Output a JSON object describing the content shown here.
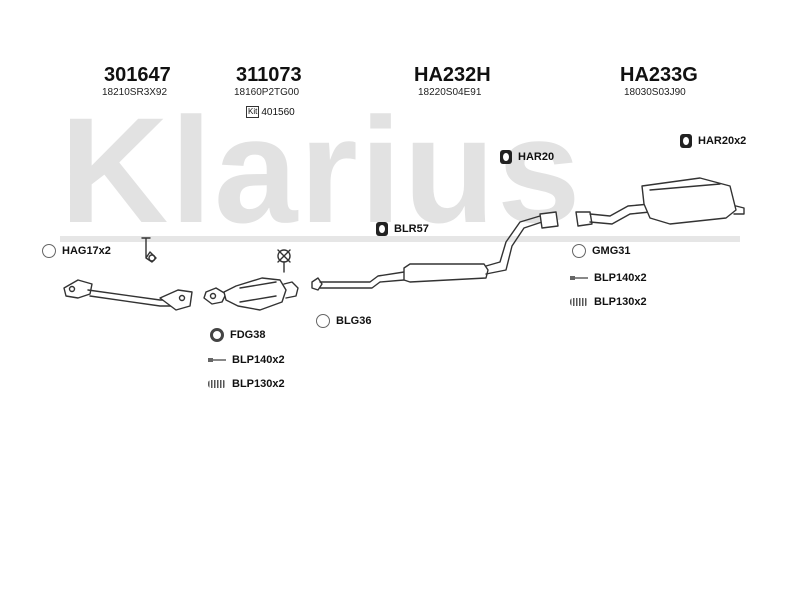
{
  "watermark": "Klarius",
  "parts": [
    {
      "part_number": "301647",
      "oem_number": "18210SR3X92"
    },
    {
      "part_number": "311073",
      "oem_number": "18160P2TG00"
    },
    {
      "part_number": "HA232H",
      "oem_number": "18220S04E91"
    },
    {
      "part_number": "HA233G",
      "oem_number": "18030S03J90"
    }
  ],
  "kit": {
    "box_label": "Kit",
    "number": "401560"
  },
  "accessories": {
    "hag17": "HAG17x2",
    "fdg38": "FDG38",
    "blp140_a": "BLP140x2",
    "blp130_a": "BLP130x2",
    "blg36": "BLG36",
    "blr57": "BLR57",
    "har20": "HAR20",
    "har20x2": "HAR20x2",
    "gmg31": "GMG31",
    "blp140_b": "BLP140x2",
    "blp130_b": "BLP130x2"
  }
}
